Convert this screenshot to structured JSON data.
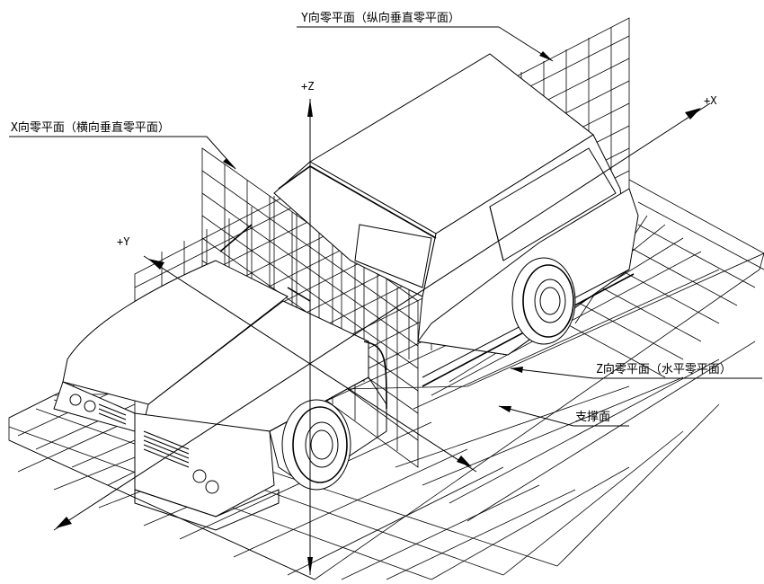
{
  "labels": {
    "y_plane": "Y向零平面（纵向垂直零平面）",
    "x_plane": "X向零平面（横向垂直零平面）",
    "z_plane": "Z向零平面（水平零平面）",
    "support": "支撑面"
  },
  "axes": {
    "z": "+Z",
    "x": "+X",
    "y": "+Y"
  }
}
